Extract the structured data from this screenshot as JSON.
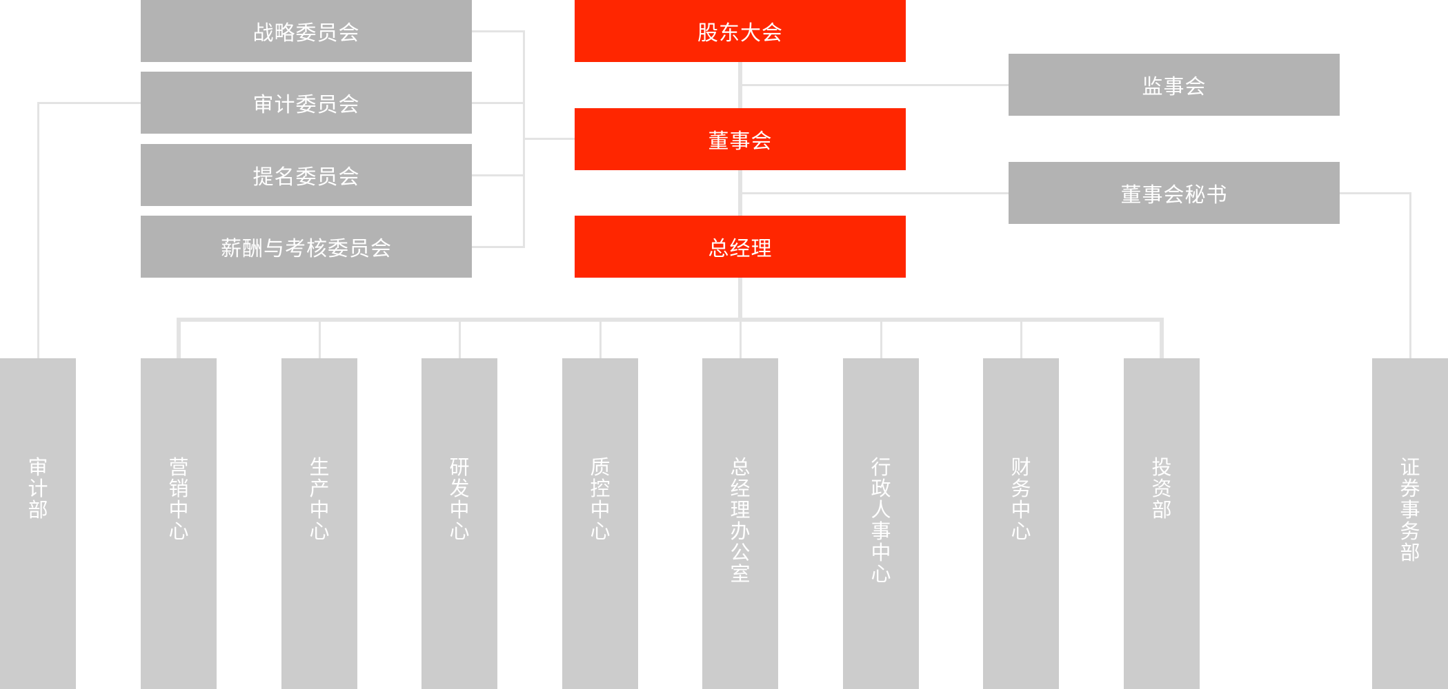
{
  "colors": {
    "primary": "#ff2600",
    "secondary": "#b3b3b3",
    "department": "#cccccc",
    "connector": "#e3e3e3",
    "text": "#ffffff"
  },
  "core": {
    "shareholders": "股东大会",
    "board": "董事会",
    "general_manager": "总经理"
  },
  "committees": [
    "战略委员会",
    "审计委员会",
    "提名委员会",
    "薪酬与考核委员会"
  ],
  "side": {
    "supervisory_board": "监事会",
    "board_secretary": "董事会秘书"
  },
  "departments": {
    "audit": "审计部",
    "securities": "证券事务部",
    "under_gm": [
      "营销中心",
      "生产中心",
      "研发中心",
      "质控中心",
      "总经理办公室",
      "行政人事中心",
      "财务中心",
      "投资部"
    ]
  }
}
